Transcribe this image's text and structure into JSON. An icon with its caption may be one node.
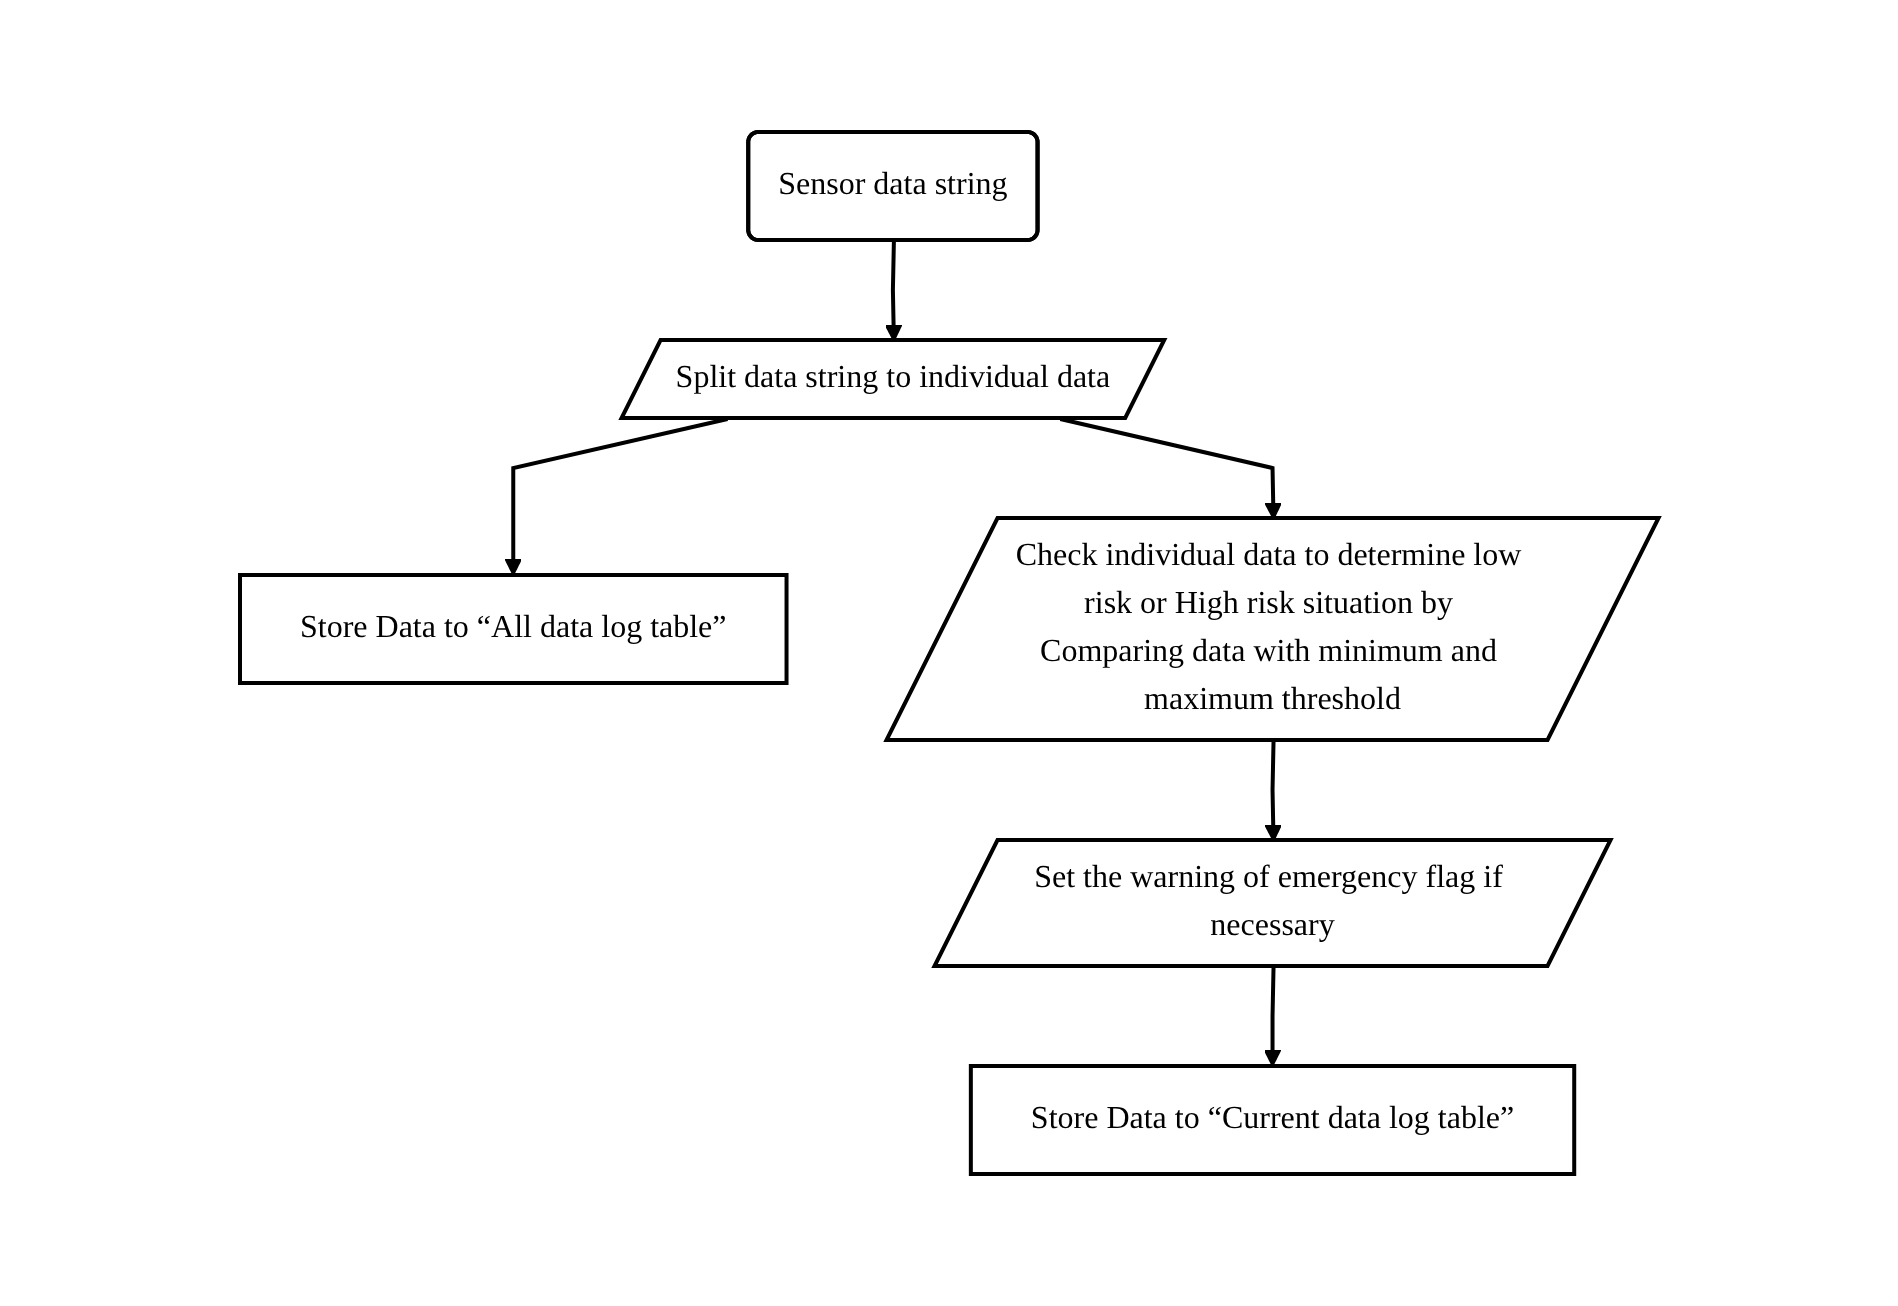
{
  "diagram": {
    "nodes": [
      {
        "text": [
          "Sensor data string"
        ]
      },
      {
        "text": [
          "Split data string to individual data"
        ]
      },
      {
        "text": [
          "Store Data to “All data log table”"
        ]
      },
      {
        "text": [
          "Check individual data to determine low risk or High risk situation by Comparing data with minimum and maximum threshold"
        ]
      },
      {
        "text": [
          "Set the warning of emergency flag if necessary"
        ]
      },
      {
        "text": [
          "Store Data to “Current data log table”"
        ]
      }
    ],
    "edges": [
      {
        "from": 0,
        "to": 1,
        "arrow": "to"
      },
      {
        "from": 1,
        "to": 2,
        "arrow": "to"
      },
      {
        "from": 1,
        "to": 3,
        "arrow": "to"
      },
      {
        "from": 3,
        "to": 4,
        "arrow": "to"
      },
      {
        "from": 4,
        "to": 5,
        "arrow": "to"
      }
    ]
  }
}
